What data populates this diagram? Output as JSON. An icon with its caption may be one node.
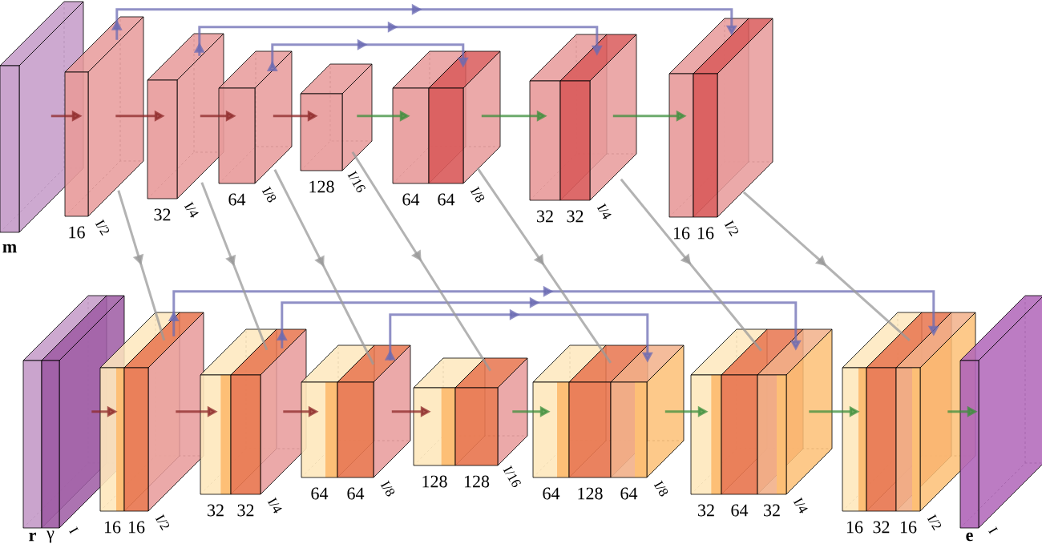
{
  "diagram": {
    "nodes": [
      {
        "text": [],
        "shape": "box",
        "beside": [
          "m"
        ]
      },
      {
        "text": [],
        "shape": "box",
        "beside": [
          "16",
          "I/2"
        ]
      },
      {
        "text": [],
        "shape": "box",
        "beside": [
          "32",
          "I/4"
        ]
      },
      {
        "text": [],
        "shape": "box",
        "beside": [
          "64",
          "I/8"
        ]
      },
      {
        "text": [],
        "shape": "box",
        "beside": [
          "128",
          "I/16"
        ]
      },
      {
        "text": [],
        "shape": "box",
        "beside": [
          "64",
          "64",
          "I/8"
        ]
      },
      {
        "text": [],
        "shape": "box",
        "beside": [
          "32",
          "32",
          "I/4"
        ]
      },
      {
        "text": [],
        "shape": "box",
        "beside": [
          "16",
          "16",
          "I/2"
        ]
      },
      {
        "text": [],
        "shape": "box",
        "beside": [
          "r",
          "γ",
          "I"
        ]
      },
      {
        "text": [],
        "shape": "box",
        "beside": [
          "16",
          "16",
          "I/2"
        ]
      },
      {
        "text": [],
        "shape": "box",
        "beside": [
          "32",
          "32",
          "I/4"
        ]
      },
      {
        "text": [],
        "shape": "box",
        "beside": [
          "64",
          "64",
          "I/8"
        ]
      },
      {
        "text": [],
        "shape": "box",
        "beside": [
          "128",
          "128",
          "I/16"
        ]
      },
      {
        "text": [],
        "shape": "box",
        "beside": [
          "64",
          "128",
          "64",
          "I/8"
        ]
      },
      {
        "text": [],
        "shape": "box",
        "beside": [
          "32",
          "64",
          "32",
          "I/4"
        ]
      },
      {
        "text": [],
        "shape": "box",
        "beside": [
          "16",
          "32",
          "16",
          "I/2"
        ]
      },
      {
        "text": [],
        "shape": "box",
        "beside": [
          "e",
          "I"
        ]
      }
    ],
    "edges": [
      {
        "from": 0,
        "to": 1,
        "arrow": "to",
        "color": "#8e2a2a"
      },
      {
        "from": 1,
        "to": 2,
        "arrow": "to",
        "color": "#8e2a2a"
      },
      {
        "from": 2,
        "to": 3,
        "arrow": "to",
        "color": "#8e2a2a"
      },
      {
        "from": 3,
        "to": 4,
        "arrow": "to",
        "color": "#8e2a2a"
      },
      {
        "from": 4,
        "to": 5,
        "arrow": "to",
        "color": "#3c8f3c"
      },
      {
        "from": 5,
        "to": 6,
        "arrow": "to",
        "color": "#3c8f3c"
      },
      {
        "from": 6,
        "to": 7,
        "arrow": "to",
        "color": "#3c8f3c"
      },
      {
        "from": 1,
        "to": 7,
        "arrow": "to",
        "color": "#6b6bb3"
      },
      {
        "from": 2,
        "to": 6,
        "arrow": "to",
        "color": "#6b6bb3"
      },
      {
        "from": 3,
        "to": 5,
        "arrow": "to",
        "color": "#6b6bb3"
      },
      {
        "from": 8,
        "to": 9,
        "arrow": "to",
        "color": "#8e2a2a"
      },
      {
        "from": 9,
        "to": 10,
        "arrow": "to",
        "color": "#8e2a2a"
      },
      {
        "from": 10,
        "to": 11,
        "arrow": "to",
        "color": "#8e2a2a"
      },
      {
        "from": 11,
        "to": 12,
        "arrow": "to",
        "color": "#8e2a2a"
      },
      {
        "from": 12,
        "to": 13,
        "arrow": "to",
        "color": "#3c8f3c"
      },
      {
        "from": 13,
        "to": 14,
        "arrow": "to",
        "color": "#3c8f3c"
      },
      {
        "from": 14,
        "to": 15,
        "arrow": "to",
        "color": "#3c8f3c"
      },
      {
        "from": 15,
        "to": 16,
        "arrow": "to",
        "color": "#3c8f3c"
      },
      {
        "from": 9,
        "to": 15,
        "arrow": "to",
        "color": "#6b6bb3"
      },
      {
        "from": 10,
        "to": 14,
        "arrow": "to",
        "color": "#6b6bb3"
      },
      {
        "from": 11,
        "to": 13,
        "arrow": "to",
        "color": "#6b6bb3"
      },
      {
        "from": 1,
        "to": 9,
        "arrow": "to",
        "color": "#9a9a9a"
      },
      {
        "from": 2,
        "to": 10,
        "arrow": "to",
        "color": "#9a9a9a"
      },
      {
        "from": 3,
        "to": 11,
        "arrow": "to",
        "color": "#9a9a9a"
      },
      {
        "from": 4,
        "to": 12,
        "arrow": "to",
        "color": "#9a9a9a"
      },
      {
        "from": 5,
        "to": 13,
        "arrow": "to",
        "color": "#9a9a9a"
      },
      {
        "from": 6,
        "to": 14,
        "arrow": "to",
        "color": "#9a9a9a"
      },
      {
        "from": 7,
        "to": 15,
        "arrow": "to",
        "color": "#9a9a9a"
      }
    ]
  }
}
